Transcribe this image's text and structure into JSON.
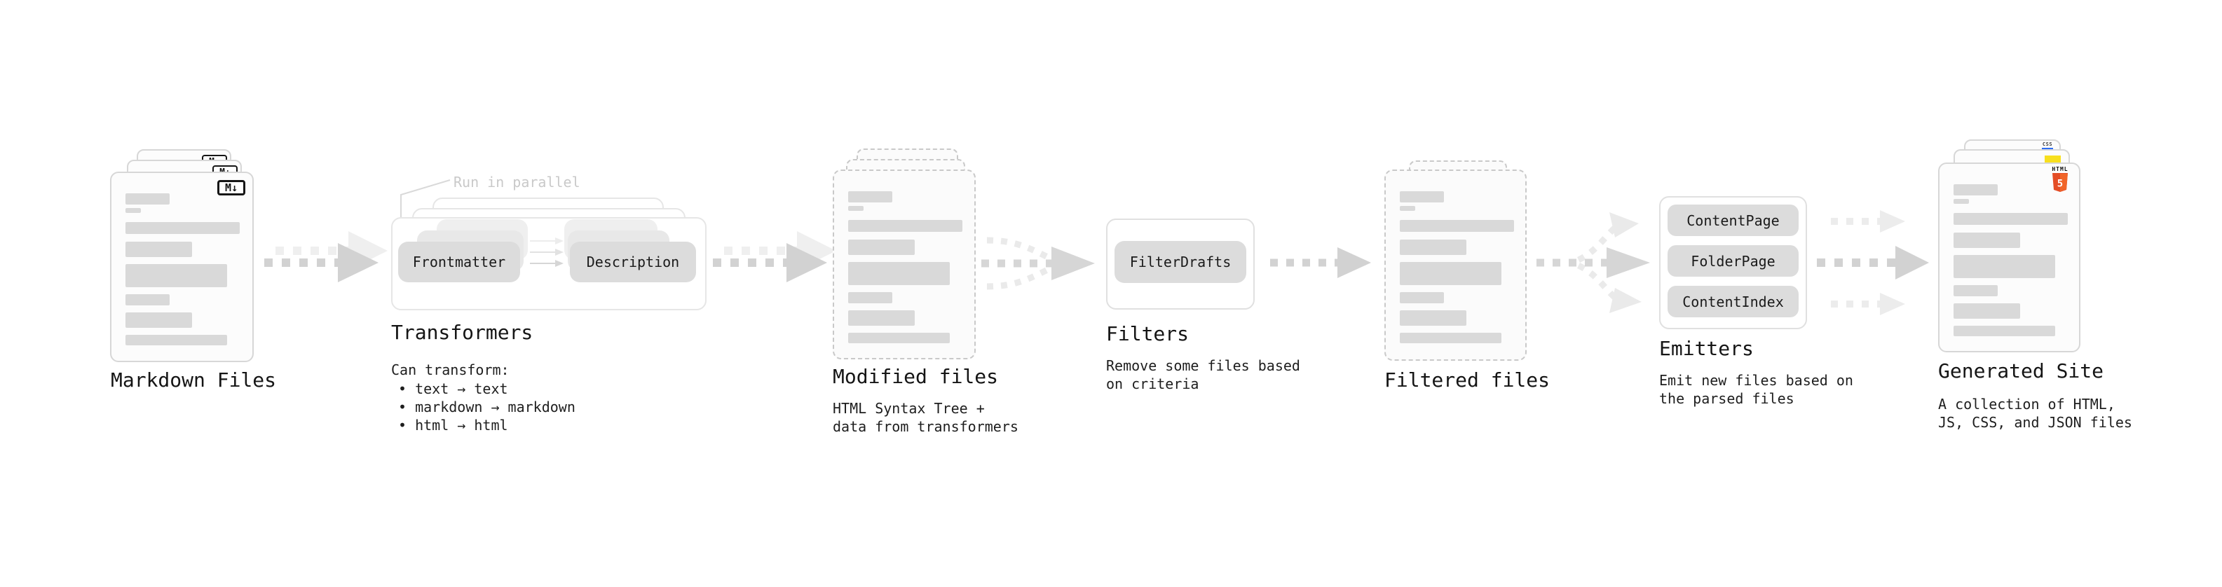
{
  "markdown": {
    "label": "Markdown Files",
    "badge": "M↓"
  },
  "transformers": {
    "label": "Transformers",
    "note": "Run in parallel",
    "pills": [
      "Frontmatter",
      "Description"
    ],
    "desc_heading": "Can transform:",
    "bullets": [
      "• text → text",
      "• markdown → markdown",
      "• html → html"
    ]
  },
  "modified": {
    "label": "Modified files",
    "sub": [
      "HTML Syntax Tree +",
      "data from transformers"
    ]
  },
  "filters": {
    "label": "Filters",
    "pill": "FilterDrafts",
    "sub": [
      "Remove some files based",
      "on criteria"
    ]
  },
  "filtered": {
    "label": "Filtered files"
  },
  "emitters": {
    "label": "Emitters",
    "pills": [
      "ContentPage",
      "FolderPage",
      "ContentIndex"
    ],
    "sub": [
      "Emit new files based on",
      "the parsed files"
    ]
  },
  "generated": {
    "label": "Generated Site",
    "sub": [
      "A collection of HTML,",
      "JS, CSS, and JSON files"
    ],
    "html_label": "HTML",
    "html5_number": "5",
    "css_label": "CSS"
  },
  "skeleton_bars": [
    {
      "t": 0,
      "w": 63,
      "h": 16
    },
    {
      "t": 21,
      "w": 22,
      "h": 7
    },
    {
      "t": 41,
      "w": 163,
      "h": 17
    },
    {
      "t": 69,
      "w": 95,
      "h": 22
    },
    {
      "t": 101,
      "w": 145,
      "h": 33
    },
    {
      "t": 144,
      "w": 63,
      "h": 16
    },
    {
      "t": 170,
      "w": 95,
      "h": 22
    },
    {
      "t": 202,
      "w": 145,
      "h": 15
    }
  ],
  "colors": {
    "background": "#ffffff",
    "text": "#1b1b1b",
    "note_muted": "#c9c9c9",
    "skeleton_bar": "#d9d9d9",
    "pill_bg": "#dcdcdc",
    "card_border": "#d7d7d7",
    "dashed_border": "#c9c9c9",
    "arrow": "#d2d2d2",
    "arrow_faint": "#ececec",
    "html5_orange": "#e44d26",
    "html5_orange_light": "#f16529",
    "js_yellow": "#f7df1e",
    "css_blue": "#2b6bf3"
  }
}
